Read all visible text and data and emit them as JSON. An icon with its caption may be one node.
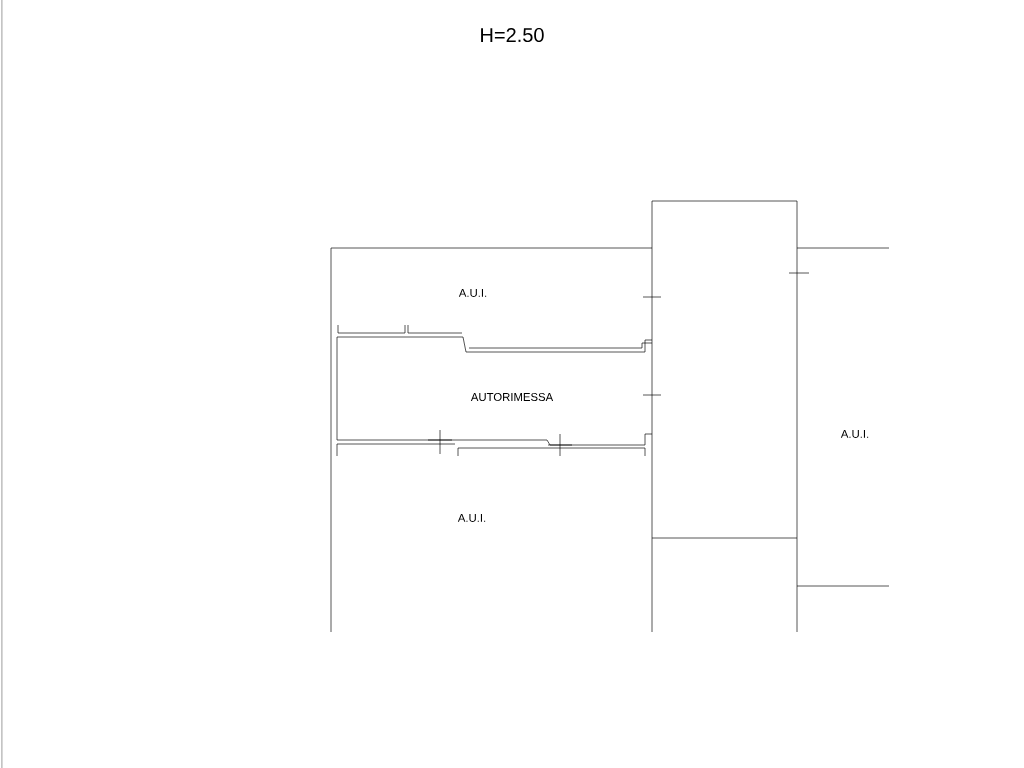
{
  "diagram": {
    "title": "H=2.50",
    "labels": [
      "A.U.I.",
      "AUTORIMESSA",
      "A.U.I.",
      "A.U.I."
    ]
  }
}
